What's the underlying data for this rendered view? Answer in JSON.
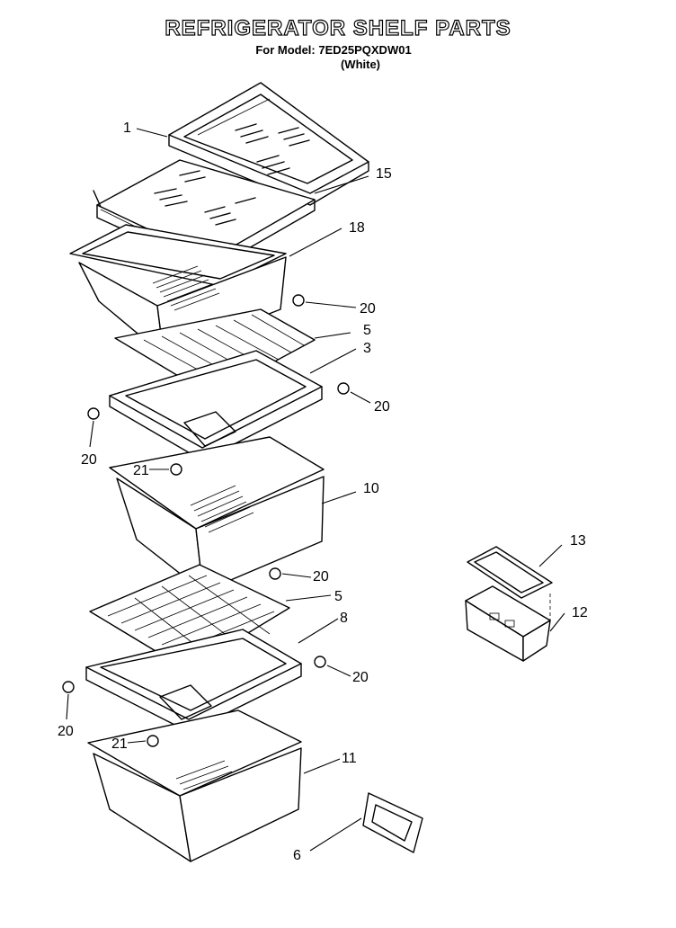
{
  "header": {
    "title": "REFRIGERATOR SHELF PARTS",
    "model_line": "For Model: 7ED25PQXDW01",
    "variant": "(White)"
  },
  "callouts": {
    "c1": "1",
    "c15": "15",
    "c18": "18",
    "c20a": "20",
    "c5a": "5",
    "c3": "3",
    "c20b": "20",
    "c20c": "20",
    "c21a": "21",
    "c10": "10",
    "c13": "13",
    "c20d": "20",
    "c5b": "5",
    "c12": "12",
    "c8": "8",
    "c20e": "20",
    "c20f": "20",
    "c21b": "21",
    "c11": "11",
    "c6": "6"
  }
}
